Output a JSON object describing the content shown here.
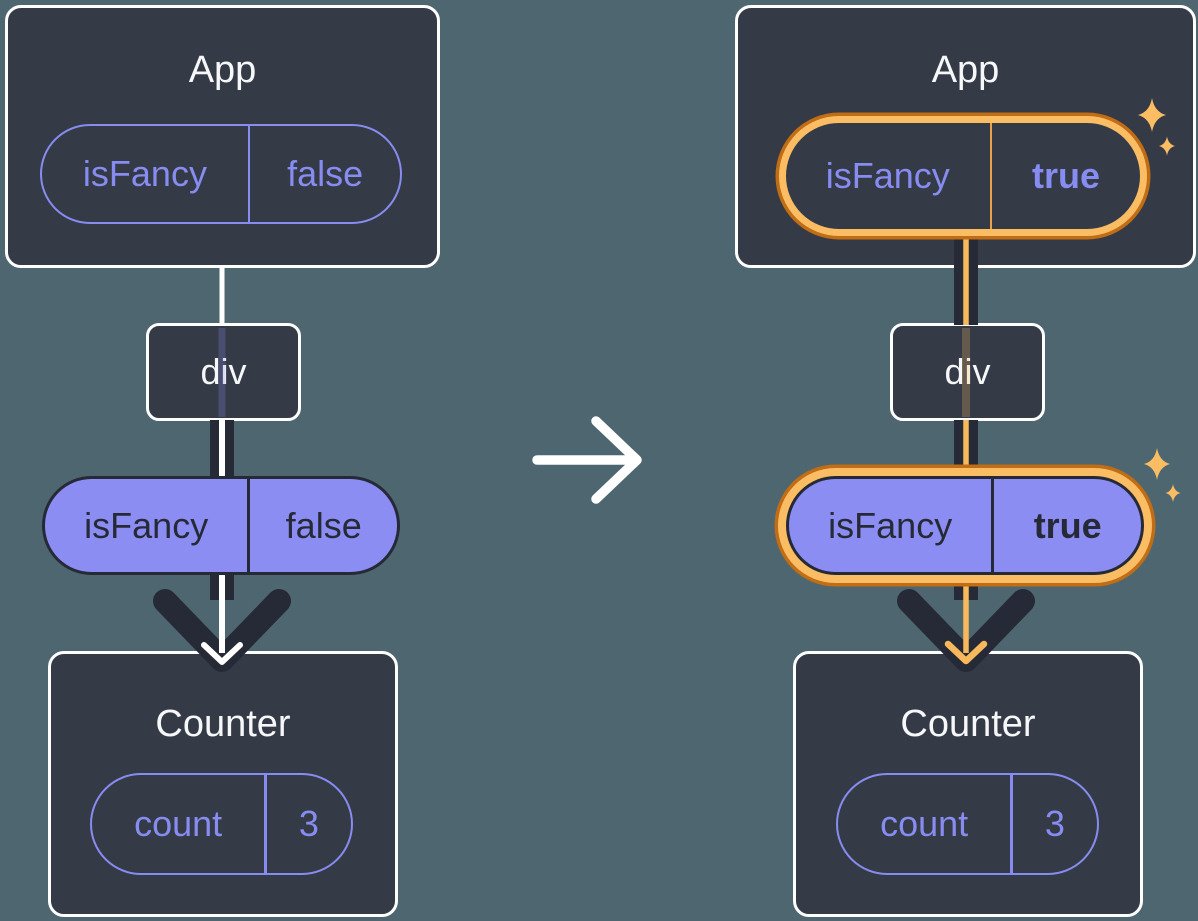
{
  "colors": {
    "bg": "#4d6670",
    "box_fill": "#353a47",
    "white": "#ffffff",
    "white_text": "#f6f7f9",
    "dark": "#262a36",
    "purple_outline": "#878cf0",
    "purple_fill": "#8c8df2",
    "orange_light": "#fbbd63",
    "orange_dark": "#c06d15",
    "orange_divider": "#e9a14b",
    "orange_line": "#f8b85c",
    "sparkle": "#fbbd63"
  },
  "left": {
    "app": {
      "title": "App",
      "prop_name": "isFancy",
      "prop_value": "false"
    },
    "div": {
      "label": "div"
    },
    "passed_prop": {
      "name": "isFancy",
      "value": "false"
    },
    "counter": {
      "title": "Counter",
      "state_name": "count",
      "state_value": "3"
    }
  },
  "right": {
    "app": {
      "title": "App",
      "prop_name": "isFancy",
      "prop_value": "true"
    },
    "div": {
      "label": "div"
    },
    "passed_prop": {
      "name": "isFancy",
      "value": "true"
    },
    "counter": {
      "title": "Counter",
      "state_name": "count",
      "state_value": "3"
    }
  }
}
